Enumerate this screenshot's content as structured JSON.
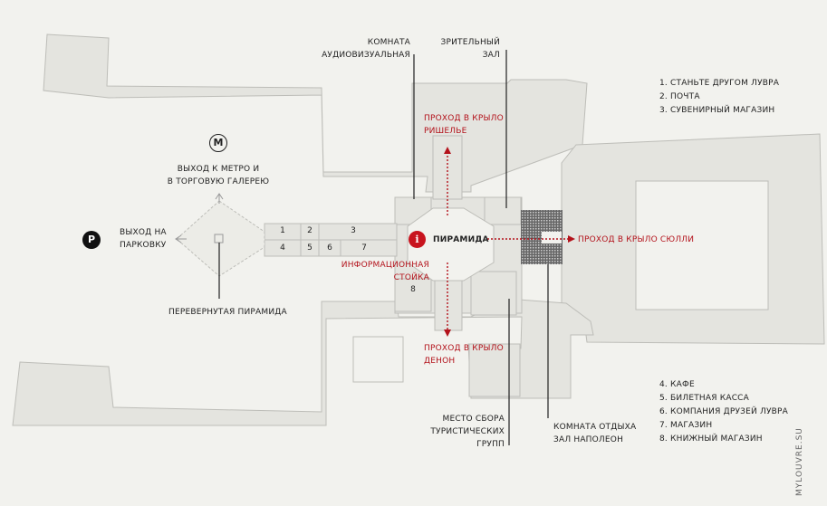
{
  "labels": {
    "av_room": [
      "КОМНАТА",
      "АУДИОВИЗУАЛЬНАЯ"
    ],
    "auditorium": [
      "ЗРИТЕЛЬНЫЙ",
      "ЗАЛ"
    ],
    "richelieu": [
      "ПРОХОД В КРЫЛО",
      "РИШЕЛЬЕ"
    ],
    "metro_exit": [
      "ВЫХОД К МЕТРО И",
      "В ТОРГОВУЮ ГАЛЕРЕЮ"
    ],
    "parking_exit": [
      "ВЫХОД НА",
      "ПАРКОВКУ"
    ],
    "pyramid": "ПИРАМИДА",
    "sully": "ПРОХОД В КРЫЛО СЮЛЛИ",
    "info_desk": [
      "ИНФОРМАЦИОННАЯ",
      "СТОЙКА"
    ],
    "inverted_pyramid": "ПЕРЕВЕРНУТАЯ ПИРАМИДА",
    "denon": [
      "ПРОХОД В КРЫЛО",
      "ДЕНОН"
    ],
    "tour_groups": [
      "МЕСТО СБОРА",
      "ТУРИСТИЧЕСКИХ",
      "ГРУПП"
    ],
    "napoleon_hall": [
      "КОМНАТА ОТДЫХА",
      "ЗАЛ НАПОЛЕОН"
    ]
  },
  "legend_top": [
    "1. СТАНЬТЕ ДРУГОМ ЛУВРА",
    "2. ПОЧТА",
    "3. СУВЕНИРНЫЙ МАГАЗИН"
  ],
  "legend_bottom": [
    "4. КАФЕ",
    "5. БИЛЕТНАЯ КАССА",
    "6. КОМПАНИЯ ДРУЗЕЙ ЛУВРА",
    "7. МАГАЗИН",
    "8. КНИЖНЫЙ МАГАЗИН"
  ],
  "shops": [
    "1",
    "2",
    "3",
    "4",
    "5",
    "6",
    "7",
    "8"
  ],
  "icons": {
    "metro": "M",
    "parking": "P",
    "info": "i"
  },
  "credit": "MYLOUVRE.SU",
  "colors": {
    "building_fill": "#e4e4df",
    "building_stroke": "#bdbdb8",
    "accent_red": "#b3121b",
    "text": "#222222"
  }
}
